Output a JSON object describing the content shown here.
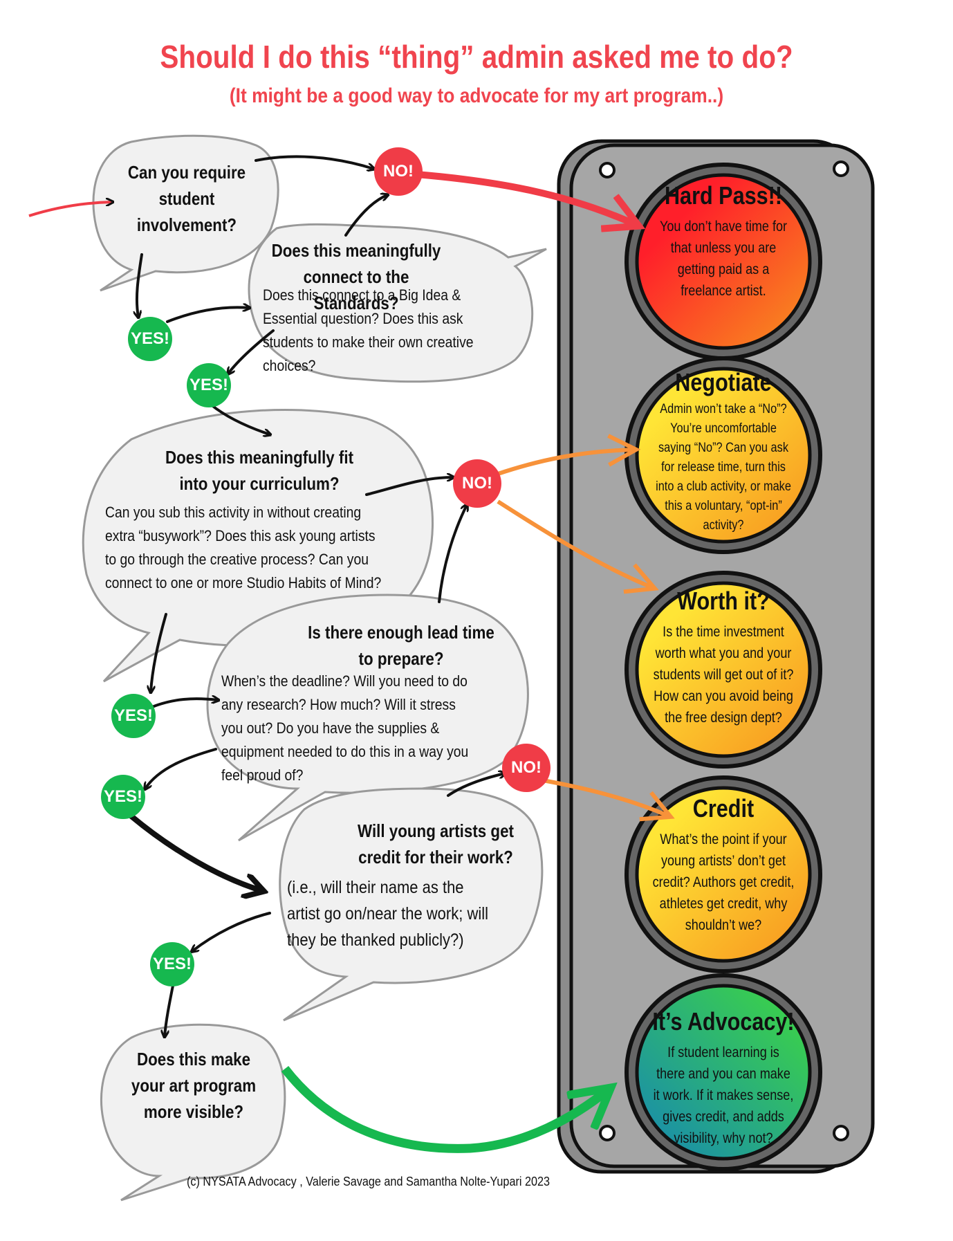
{
  "header": {
    "title": "Should I do this “thing” admin asked me to do?",
    "subtitle": "(It might be a good way to advocate for my art program..)"
  },
  "questions": [
    {
      "title": "Can you require student involvement?",
      "detail": ""
    },
    {
      "title": "Does this meaningfully connect to the Standards?",
      "detail": "Does this connect to a Big Idea & Essential question? Does this ask students to make their own creative choices?"
    },
    {
      "title": "Does this meaningfully fit into your curriculum?",
      "detail": "Can you sub this activity in without creating extra “busywork”? Does this ask young artists to go through the creative process? Can you connect to one or more Studio Habits of Mind?"
    },
    {
      "title": "Is there enough lead time to prepare?",
      "detail": "When’s the deadline? Will you need to do any research? How much? Will it stress you out? Do you have the supplies & equipment needed to do this in a way you feel proud of?"
    },
    {
      "title": "Will young artists get credit for their work?",
      "detail": "(i.e., will their name as the artist go on/near the work; will they be thanked publicly?)"
    },
    {
      "title": "Does this make your art program more visible?",
      "detail": ""
    }
  ],
  "badges": {
    "yes": "YES!",
    "no": "NO!"
  },
  "lights": [
    {
      "title": "Hard Pass!!",
      "text": "You don’t have time for that unless you are getting paid as a freelance artist.",
      "color_start": "#ff1f2a",
      "color_end": "#f7931e"
    },
    {
      "title": "Negotiate",
      "text": "Admin won’t take a “No”? You’re uncomfortable saying “No”? Can you ask for release time, turn this into a club activity, or make this a voluntary, “opt-in” activity?",
      "color_start": "#ffe536",
      "color_end": "#f7931e"
    },
    {
      "title": "Worth it?",
      "text": "Is the time investment worth what you and your students will get out of it? How can you avoid being the free design dept?",
      "color_start": "#ffe536",
      "color_end": "#f7931e"
    },
    {
      "title": "Credit",
      "text": "What’s the point if your young artists’ don’t get credit? Authors get credit, athletes get credit, why shouldn’t we?",
      "color_start": "#ffe536",
      "color_end": "#f7931e"
    },
    {
      "title": "It’s Advocacy!",
      "text": "If student learning is there and you can make it work. If it makes sense, gives credit, and adds visibility, why not?",
      "color_start": "#1a8fa8",
      "color_end": "#3bd14a"
    }
  ],
  "footer": "(c)  NYSATA Advocacy , Valerie Savage and Samantha Nolte-Yupari 2023",
  "colors": {
    "red": "#f03c47",
    "green": "#16b84f",
    "orange": "#f7923a",
    "black": "#111111",
    "housing": "#9e9e9e"
  }
}
